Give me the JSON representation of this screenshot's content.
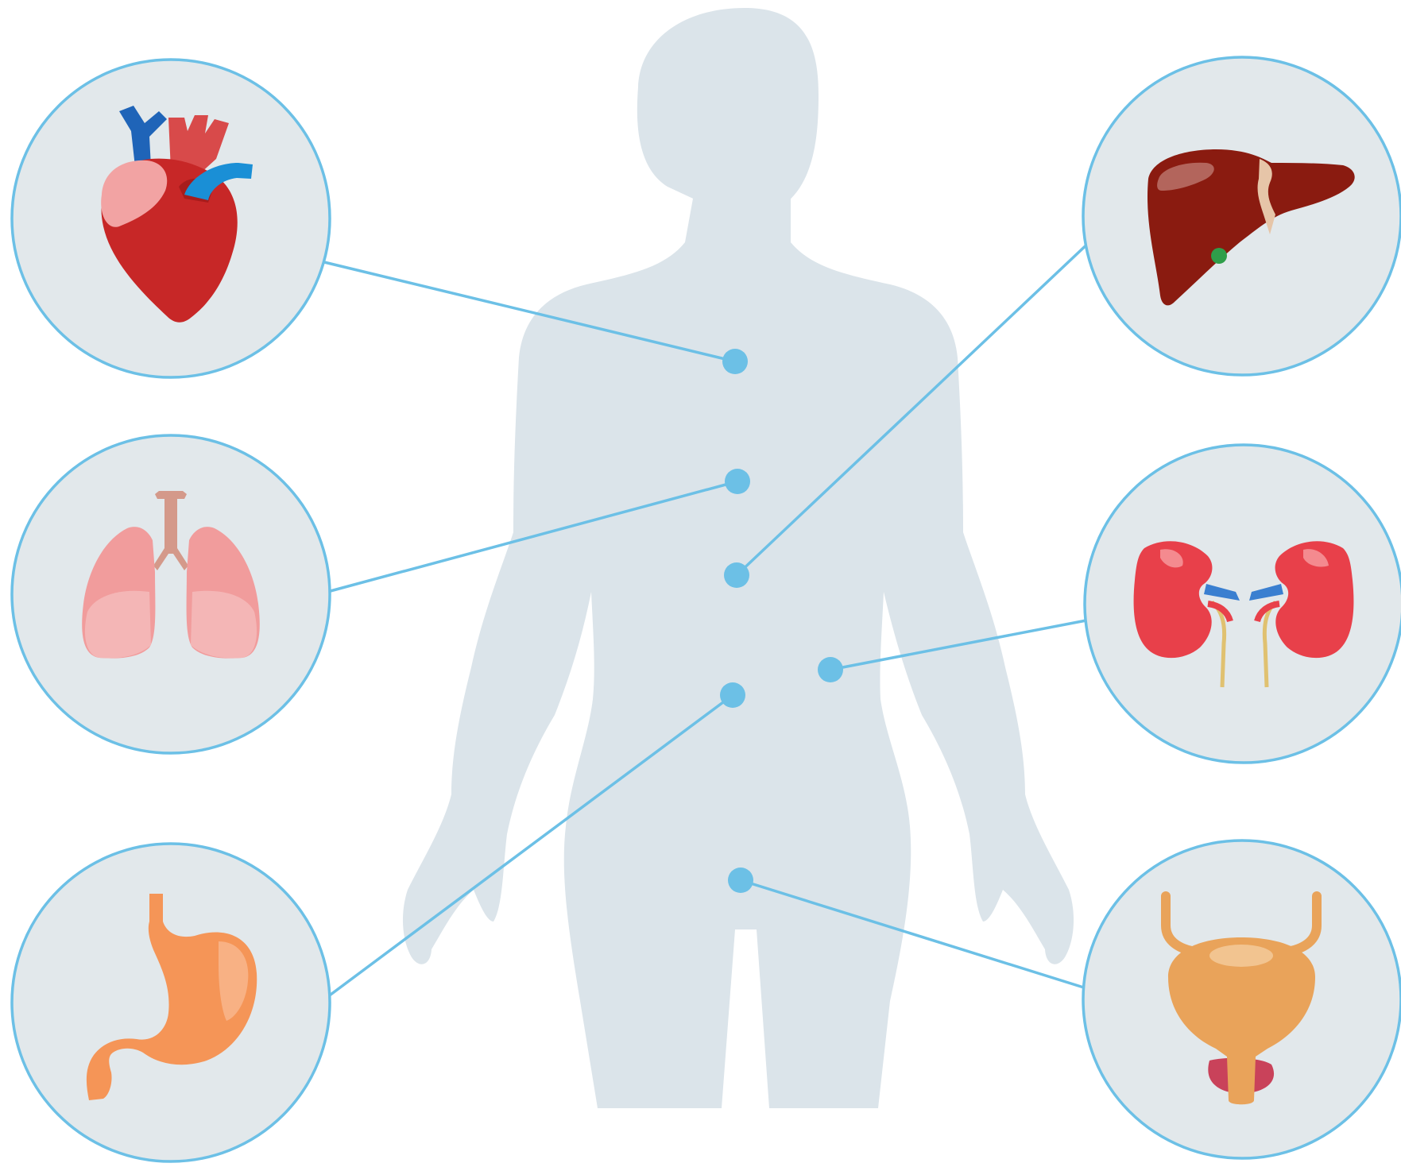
{
  "colors": {
    "background": "#ffffff",
    "silhouette": "#dbe4ea",
    "accent": "#6cc0e6",
    "circle_fill": "#e2e8eb"
  },
  "organs": [
    {
      "id": "heart",
      "icon": "heart-icon",
      "side": "left",
      "marker": "chest"
    },
    {
      "id": "lungs",
      "icon": "lungs-icon",
      "side": "left",
      "marker": "upper-abdomen"
    },
    {
      "id": "stomach",
      "icon": "stomach-icon",
      "side": "left",
      "marker": "mid-abdomen"
    },
    {
      "id": "liver",
      "icon": "liver-icon",
      "side": "right",
      "marker": "upper-right-abdomen"
    },
    {
      "id": "kidneys",
      "icon": "kidneys-icon",
      "side": "right",
      "marker": "lower-back"
    },
    {
      "id": "bladder",
      "icon": "bladder-icon",
      "side": "right",
      "marker": "pelvis"
    }
  ]
}
